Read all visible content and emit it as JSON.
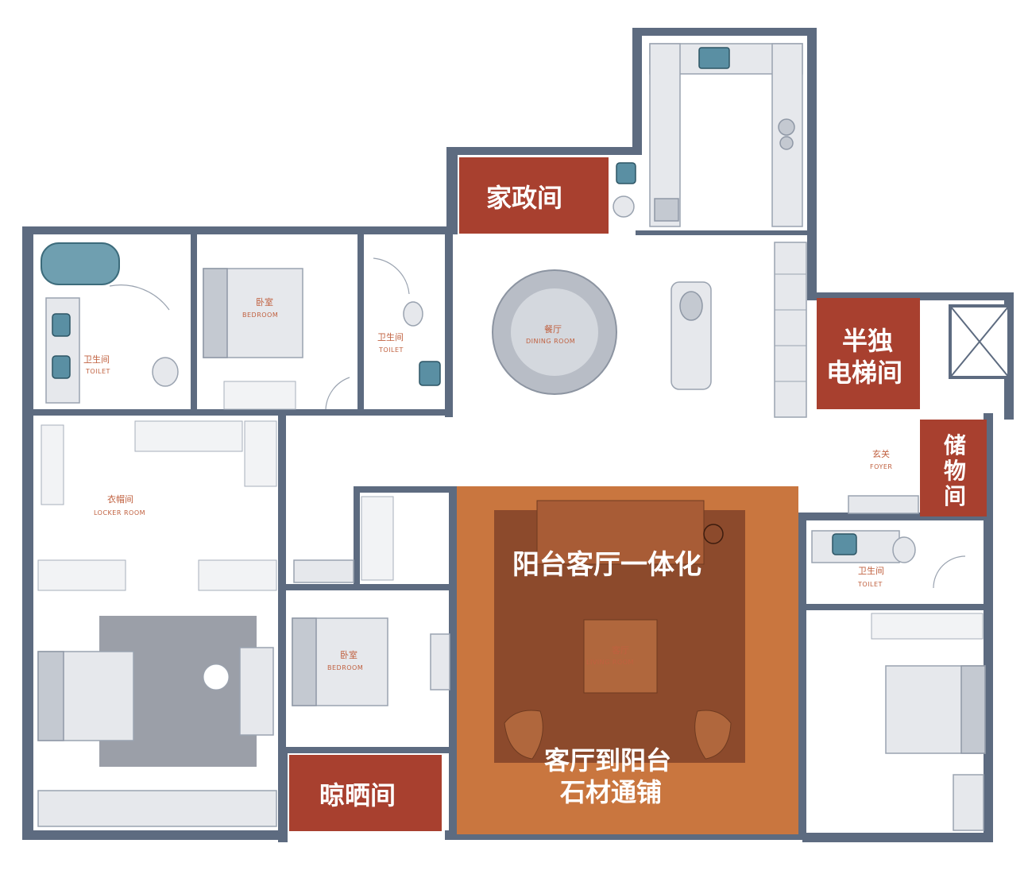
{
  "highlights": {
    "domestic_room": "家政间",
    "elevator_line1": "半独",
    "elevator_line2": "电梯间",
    "storage_line1": "储",
    "storage_line2": "物",
    "storage_line3": "间",
    "balcony_integration": "阳台客厅一体化",
    "stone_line1": "客厅到阳台",
    "stone_line2": "石材通铺",
    "drying_room": "晾晒间"
  },
  "rooms": {
    "toilet_master": {
      "cn": "卫生间",
      "en": "TOILET"
    },
    "bedroom_top": {
      "cn": "卧室",
      "en": "BEDROOM"
    },
    "toilet_mid": {
      "cn": "卫生间",
      "en": "TOILET"
    },
    "dining": {
      "cn": "餐厅",
      "en": "DINING ROOM"
    },
    "locker": {
      "cn": "衣帽间",
      "en": "LOCKER ROOM"
    },
    "bedroom_mid": {
      "cn": "卧室",
      "en": "BEDROOM"
    },
    "living": {
      "cn": "客厅",
      "en": "LIVING ROOM"
    },
    "foyer": {
      "cn": "玄关",
      "en": "FOYER"
    },
    "toilet_right": {
      "cn": "卫生间",
      "en": "TOILET"
    }
  },
  "colors": {
    "wall": "#5d6b80",
    "highlight_red": "#a8402f",
    "living_orange": "#c9763f",
    "living_rug": "#8c4a2c",
    "master_rug": "#9b9fa8"
  }
}
